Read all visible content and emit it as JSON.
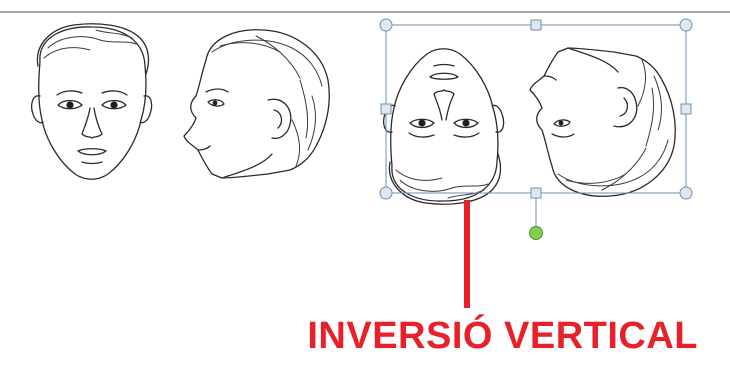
{
  "caption": {
    "text": "INVERSIÓ VERTICAL",
    "color": "#e8202a"
  },
  "images": [
    {
      "name": "front-face"
    },
    {
      "name": "profile-face"
    },
    {
      "name": "flipped-faces"
    }
  ],
  "selection": {
    "frame_color": "#6f8fae",
    "rotate_handle_color": "#7ed04b"
  },
  "icons": [
    "front-face-icon",
    "profile-face-icon",
    "flipped-front-face-icon",
    "flipped-profile-face-icon",
    "rotate-handle-icon"
  ]
}
